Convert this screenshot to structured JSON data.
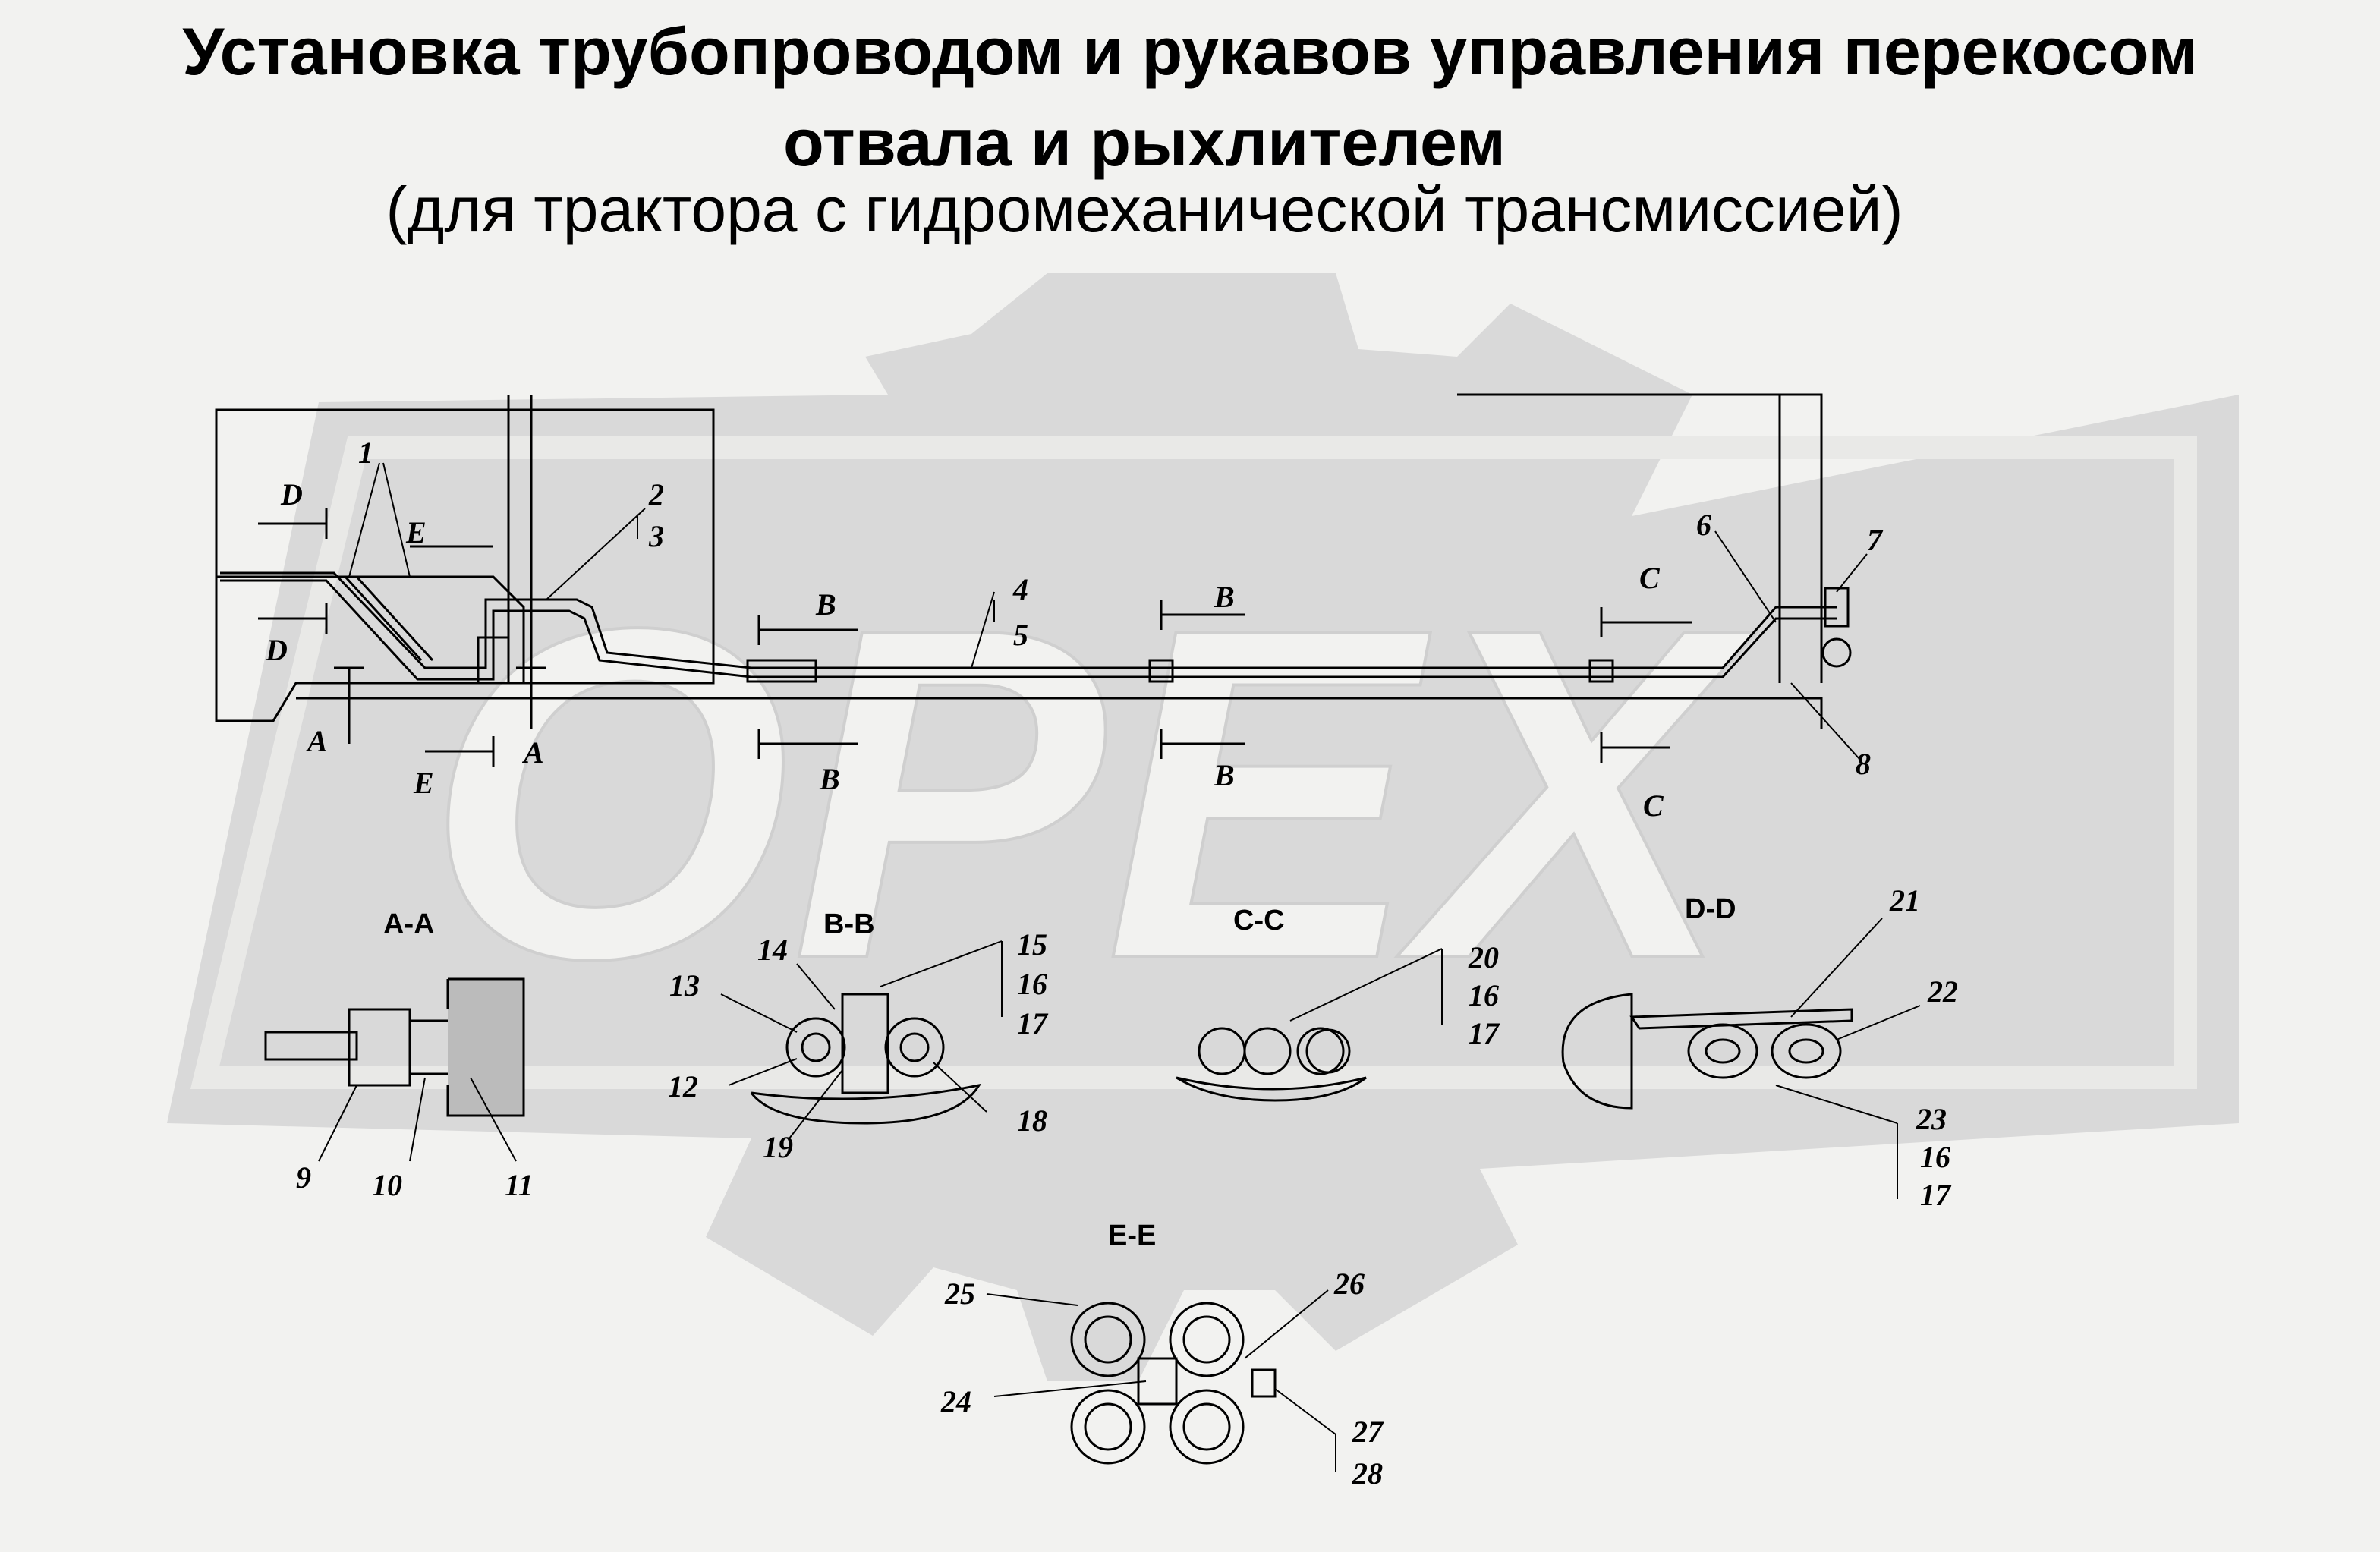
{
  "title": {
    "line1": "Установка трубопроводом и рукавов управления перекосом",
    "line2": "отвала и рыхлителем",
    "line3": "(для трактора с гидромеханической трансмиссией)"
  },
  "watermark": {
    "text": "OPEX",
    "color": "#d9d9d9"
  },
  "section_labels": {
    "aa": "A-A",
    "bb": "B-B",
    "cc": "C-C",
    "dd": "D-D",
    "ee": "E-E"
  },
  "cut_letters": {
    "a1": "A",
    "a2": "A",
    "b1": "B",
    "b2": "B",
    "b3": "B",
    "b4": "B",
    "c1": "C",
    "c2": "C",
    "d1": "D",
    "d2": "D",
    "e1": "E",
    "e2": "E"
  },
  "callouts": {
    "n1": "1",
    "n2": "2",
    "n3": "3",
    "n4": "4",
    "n5": "5",
    "n6": "6",
    "n7": "7",
    "n8": "8",
    "n9": "9",
    "n10": "10",
    "n11": "11",
    "n12": "12",
    "n13": "13",
    "n14": "14",
    "n15": "15",
    "n16a": "16",
    "n17a": "17",
    "n18": "18",
    "n19": "19",
    "n20": "20",
    "n16b": "16",
    "n17b": "17",
    "n21": "21",
    "n22": "22",
    "n23": "23",
    "n16c": "16",
    "n17c": "17",
    "n24": "24",
    "n25": "25",
    "n26": "26",
    "n27": "27",
    "n28": "28"
  }
}
